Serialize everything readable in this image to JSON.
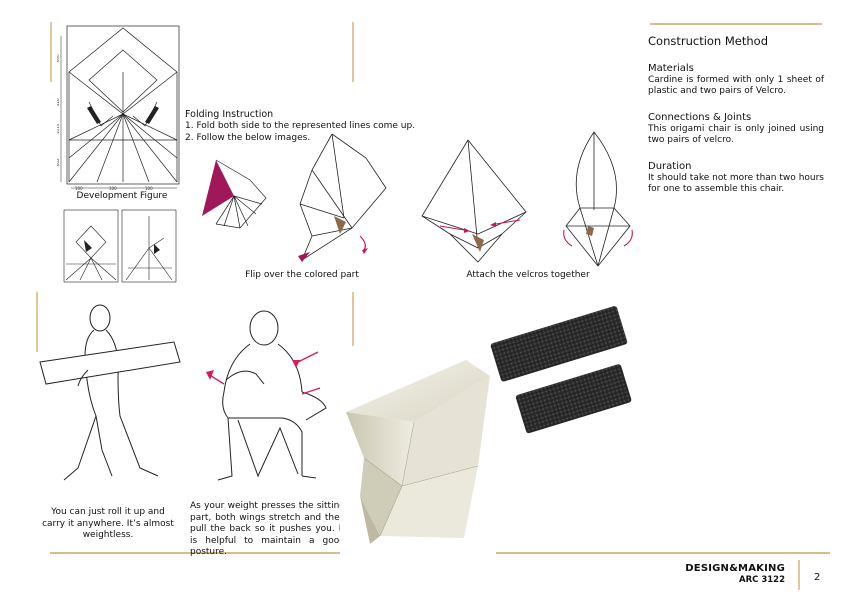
{
  "development": {
    "caption": "Development Figure"
  },
  "folding": {
    "heading": "Folding Instruction",
    "step1": "1. Fold both side to the represented lines come up.",
    "step2": "2. Follow the below images."
  },
  "captions": {
    "flip": "Flip over the colored part",
    "attach": "Attach the velcros together"
  },
  "text_roll": "You can just roll it up and carry it anywhere. It’s almost weightless.",
  "text_weight": "As your weight presses the sitting part, both wings stretch and they pull the back so it pushes you. It is helpful to maintain a good posture.",
  "side": {
    "title": "Construction Method",
    "materials_head": "Materials",
    "materials_body": "Cardine is formed with only 1 sheet of plastic and two pairs of Velcro.",
    "joints_head": "Connections & Joints",
    "joints_body": "This origami chair is only joined using two pairs of velcro.",
    "duration_head": "Duration",
    "duration_body": "It should take not more than two hours for one to assemble this chair."
  },
  "footer": {
    "title": "DESIGN&MAKING",
    "code": "ARC 3122",
    "page": "2"
  },
  "dimension_labels": [
    "600",
    "416",
    "1013",
    "602",
    "100",
    "100",
    "100"
  ],
  "colors": {
    "accent_rule": "#e1c79a",
    "highlight": "#a0175a",
    "velcro_tan": "#8a6a4a"
  }
}
